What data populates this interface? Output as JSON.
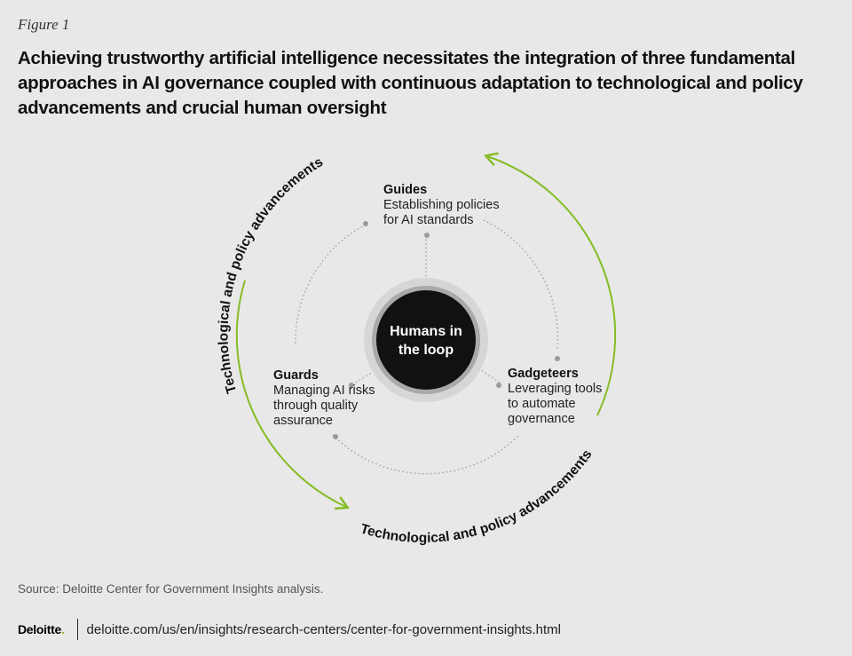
{
  "figure_label": "Figure 1",
  "title": "Achieving trustworthy artificial intelligence necessitates the integration of three fundamental approaches in AI governance coupled with continuous adaptation to technological and policy advancements and crucial human oversight",
  "diagram": {
    "center": {
      "line1": "Humans in",
      "line2": "the loop"
    },
    "outer_label_top": "Technological and policy advancements",
    "outer_label_bottom": "Technological and policy advancements",
    "nodes": [
      {
        "name": "Guides",
        "description": "Establishing policies for AI standards"
      },
      {
        "name": "Guards",
        "description": "Managing AI risks through quality assurance"
      },
      {
        "name": "Gadgeteers",
        "description": "Leveraging tools to automate governance"
      }
    ],
    "colors": {
      "arrow": "#86bc25",
      "center": "#111111",
      "ring": "#c9c9ca",
      "dotted": "#9a9a9a"
    }
  },
  "source": "Source: Deloitte Center for Government Insights analysis.",
  "footer": {
    "logo": "Deloitte",
    "url": "deloitte.com/us/en/insights/research-centers/center-for-government-insights.html"
  }
}
